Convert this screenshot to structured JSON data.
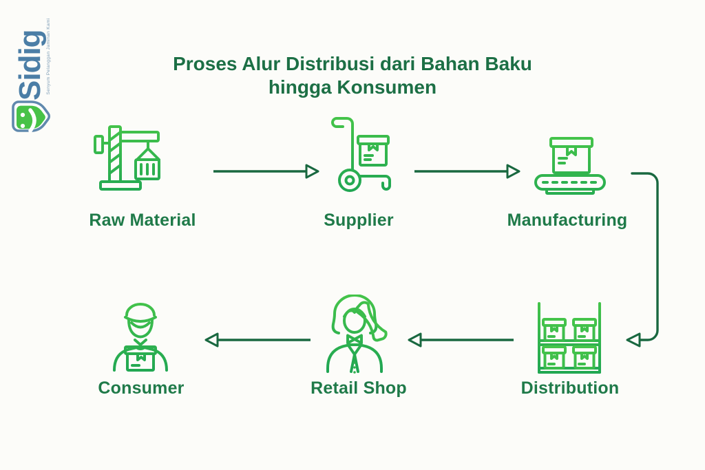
{
  "logo": {
    "brand": "Sidig",
    "tagline": "Senyum Pelanggan Jaminan Kami",
    "brand_color": "#4b7ea6",
    "shield_green": "#47c247",
    "shield_border_blue": "#6089ad"
  },
  "title": {
    "line1": "Proses Alur Distribusi dari Bahan Baku",
    "line2": "hingga Konsumen",
    "color": "#1c6f45"
  },
  "flow": {
    "nodes": [
      {
        "id": "raw-material",
        "label": "Raw Material",
        "icon": "crane-icon",
        "row": 1,
        "order": 1
      },
      {
        "id": "supplier",
        "label": "Supplier",
        "icon": "hand-truck-icon",
        "row": 1,
        "order": 2
      },
      {
        "id": "manufacturing",
        "label": "Manufacturing",
        "icon": "conveyor-box-icon",
        "row": 1,
        "order": 3
      },
      {
        "id": "distribution",
        "label": "Distribution",
        "icon": "warehouse-shelf-icon",
        "row": 2,
        "order": 4
      },
      {
        "id": "retail-shop",
        "label": "Retail Shop",
        "icon": "shopkeeper-phone-icon",
        "row": 2,
        "order": 5
      },
      {
        "id": "consumer",
        "label": "Consumer",
        "icon": "delivery-person-icon",
        "row": 2,
        "order": 6
      }
    ],
    "row1_direction": "left-to-right",
    "row2_direction": "right-to-left"
  },
  "colors": {
    "background": "#fcfcf9",
    "icon_green_light": "#45c44a",
    "icon_green_dark": "#1fa553",
    "arrow_green": "#196840",
    "label_green": "#1f7a49",
    "title_green": "#1c6f45"
  }
}
